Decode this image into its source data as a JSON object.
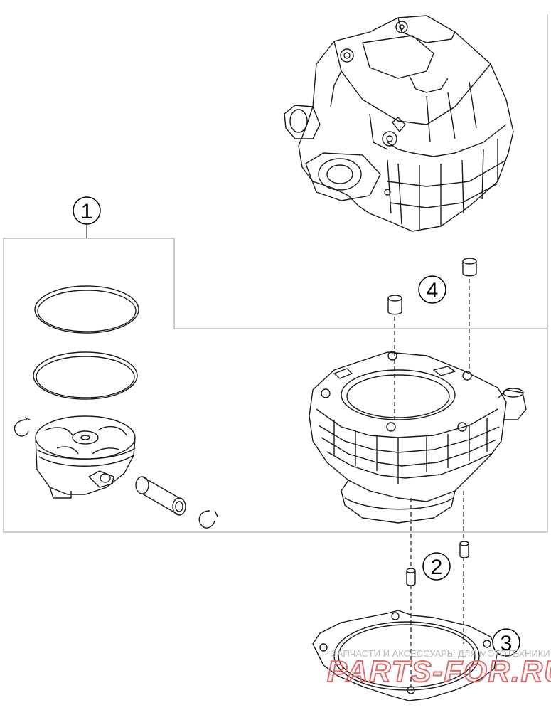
{
  "diagram": {
    "callouts": [
      {
        "id": "piston-assembly",
        "label": "1"
      },
      {
        "id": "cylinder-dowel-lower",
        "label": "2"
      },
      {
        "id": "cylinder-base-gasket",
        "label": "3"
      },
      {
        "id": "cylinder-dowel-upper",
        "label": "4"
      }
    ],
    "parts": [
      "cylinder-head",
      "piston-ring-top",
      "piston-ring-second",
      "piston",
      "piston-pin",
      "piston-pin-circlip-left",
      "piston-pin-circlip-right",
      "cylinder",
      "dowel-sleeve",
      "base-gasket"
    ]
  },
  "watermark": {
    "line1": "ЗАПЧАСТИ И АКСЕССУАРЫ ДЛЯ МОТОТЕХНИКИ",
    "line2": "PARTS-FOR.RU"
  },
  "colors": {
    "line": "#1a1a1a",
    "frame": "#9a9a9a",
    "watermark_red": "#e36a6a",
    "watermark_gray": "#b9b9b9"
  }
}
